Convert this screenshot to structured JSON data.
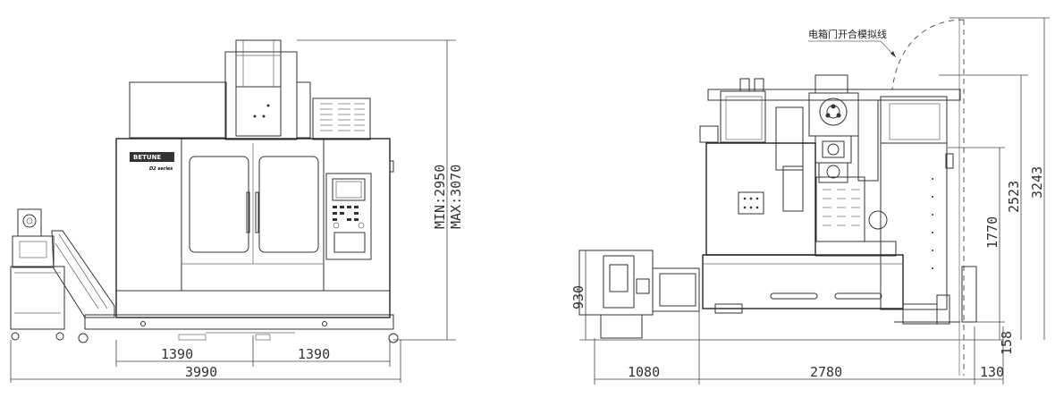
{
  "front_view": {
    "dims": {
      "left_half": "1390",
      "right_half": "1390",
      "total_width": "3990",
      "height_min": "MIN:2950",
      "height_max": "MAX:3070"
    },
    "nameplate": "BETUNE",
    "model_badge": "D2 series"
  },
  "side_view": {
    "dims": {
      "left_width": "1080",
      "mid_width": "2780",
      "right_width": "130",
      "tank_height": "930",
      "base_height": "158",
      "spindle_height": "1770",
      "column_height": "2523",
      "max_height": "3243"
    },
    "annotation": "电箱门开合模拟线"
  },
  "colors": {
    "line": "#333333",
    "background": "#ffffff"
  }
}
